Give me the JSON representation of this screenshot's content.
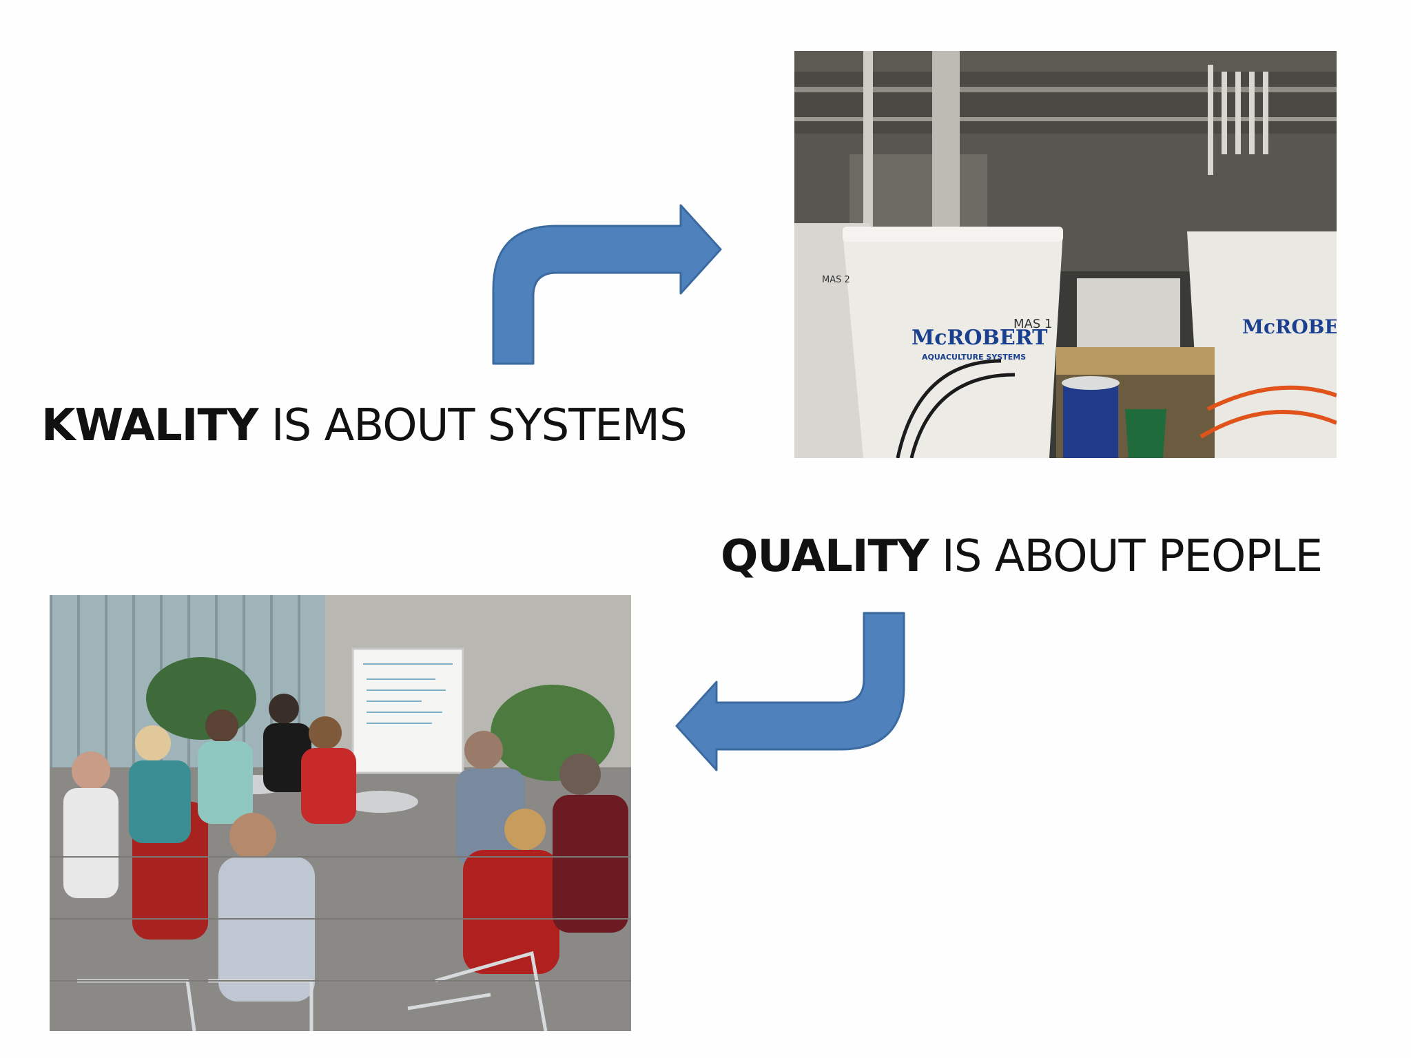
{
  "slide": {
    "caption_systems": {
      "keyword": "KWALITY",
      "rest": " IS ABOUT SYSTEMS"
    },
    "caption_people": {
      "keyword": "QUALITY",
      "rest": " IS ABOUT PEOPLE"
    },
    "photo_systems": {
      "subject": "aquaculture tanks in a lab",
      "tank_brand": "McROBERT",
      "tank_subtitle": "AQUACULTURE SYSTEMS",
      "tank_label_1": "MAS 1",
      "tank_label_2": "MAS 2"
    },
    "photo_people": {
      "subject": "group of people seated in a circle around a whiteboard"
    },
    "arrow_color": "#4f81bd",
    "arrow_outline": "#3b6aa0"
  }
}
